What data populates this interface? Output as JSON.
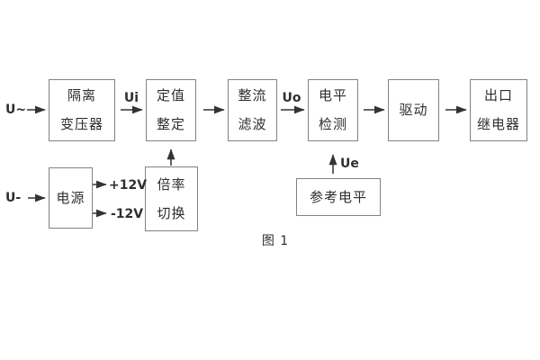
{
  "figure": {
    "caption": "图 1"
  },
  "boxes": {
    "isolation_transformer": {
      "line1": "隔离",
      "line2": "变压器"
    },
    "setpoint_adjust": {
      "line1": "定值",
      "line2": "整定"
    },
    "rectifier_filter": {
      "line1": "整流",
      "line2": "滤波"
    },
    "level_detect": {
      "line1": "电平",
      "line2": "检测"
    },
    "driver": {
      "line1": "驱动"
    },
    "output_relay": {
      "line1": "出口",
      "line2": "继电器"
    },
    "power_supply": {
      "line1": "电源"
    },
    "ratio_switch": {
      "line1": "倍率",
      "line2": "切换"
    },
    "reference_level": {
      "line1": "参考电平"
    }
  },
  "signals": {
    "ac_input": "U~",
    "dc_input": "U-",
    "ui": "Ui",
    "uo": "Uo",
    "ue": "Ue",
    "plus12": "+12V",
    "minus12": "-12V"
  },
  "colors": {
    "background": "#ffffff",
    "box_border": "#828282",
    "text": "#2e2e2e",
    "arrow": "#333333"
  }
}
